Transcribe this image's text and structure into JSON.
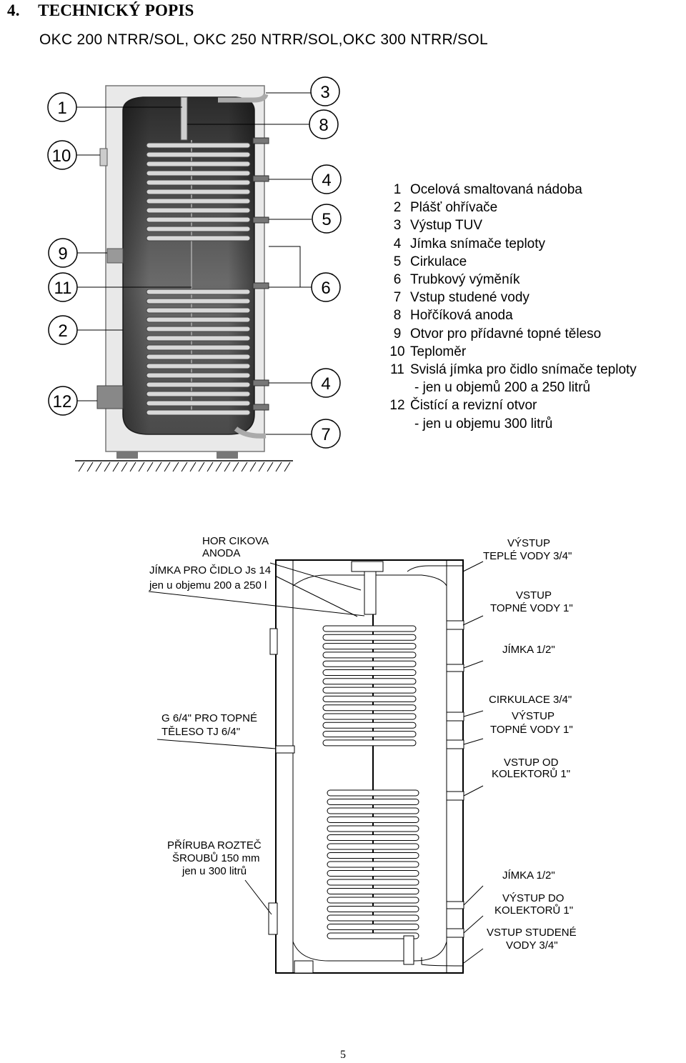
{
  "section": {
    "number": "4.",
    "title": "TECHNICKÝ POPIS"
  },
  "models_title": "OKC 200 NTRR/SOL, OKC 250 NTRR/SOL,OKC 300 NTRR/SOL",
  "callouts": [
    {
      "id": "c1",
      "number": "1"
    },
    {
      "id": "c10",
      "number": "10"
    },
    {
      "id": "c9",
      "number": "9"
    },
    {
      "id": "c11",
      "number": "11"
    },
    {
      "id": "c2",
      "number": "2"
    },
    {
      "id": "c12",
      "number": "12"
    },
    {
      "id": "c3",
      "number": "3"
    },
    {
      "id": "c8",
      "number": "8"
    },
    {
      "id": "c4a",
      "number": "4"
    },
    {
      "id": "c5",
      "number": "5"
    },
    {
      "id": "c6",
      "number": "6"
    },
    {
      "id": "c4b",
      "number": "4"
    },
    {
      "id": "c7",
      "number": "7"
    }
  ],
  "legend": [
    {
      "number": "1",
      "text": "Ocelová smaltovaná nádoba"
    },
    {
      "number": "2",
      "text": "Plášť ohřívače"
    },
    {
      "number": "3",
      "text": "Výstup TUV"
    },
    {
      "number": "4",
      "text": "Jímka snímače teploty"
    },
    {
      "number": "5",
      "text": "Cirkulace"
    },
    {
      "number": "6",
      "text": "Trubkový výměník"
    },
    {
      "number": "7",
      "text": "Vstup studené vody"
    },
    {
      "number": "8",
      "text": "Hořčíková anoda"
    },
    {
      "number": "9",
      "text": "Otvor pro přídavné topné těleso"
    },
    {
      "number": "10",
      "text": "Teploměr"
    },
    {
      "number": "11",
      "text": " Svislá jímka pro čidlo snímače teploty"
    },
    {
      "number": "",
      "note": "- jen u objemů 200 a 250 litrů"
    },
    {
      "number": "12",
      "text": "Čistící a revizní otvor"
    },
    {
      "number": "",
      "note": "- jen u objemu 300 litrů"
    }
  ],
  "drawing_labels": {
    "anode": [
      "HOR CIKOVA",
      "ANODA"
    ],
    "sensor_well": [
      "JÍMKA PRO ČIDLO Js 14",
      "jen u objemu 200 a 250 l"
    ],
    "heater_port": [
      "G 6/4\" PRO TOPNÉ",
      "TĚLESO TJ 6/4\""
    ],
    "screw_pitch": [
      "PŘÍRUBA ROZTEČ",
      "ŠROUBŮ 150 mm",
      "jen u 300 litrů"
    ],
    "hot_water_out": [
      "VÝSTUP",
      "TEPLÉ VODY 3/4\""
    ],
    "heating_in": [
      "VSTUP",
      "TOPNÉ VODY 1\""
    ],
    "well_top": [
      "JÍMKA 1/2\""
    ],
    "circulation": [
      "CIRKULACE 3/4\""
    ],
    "heating_out": [
      "VÝSTUP",
      "TOPNÉ VODY 1\""
    ],
    "collector_in": [
      "VSTUP OD",
      "KOLEKTORŮ 1\""
    ],
    "well_bottom": [
      "JÍMKA 1/2\""
    ],
    "collector_out": [
      "VÝSTUP DO",
      "KOLEKTORŮ 1\""
    ],
    "cold_in": [
      "VSTUP STUDENÉ",
      "VODY 3/4\""
    ]
  },
  "page_number": "5"
}
